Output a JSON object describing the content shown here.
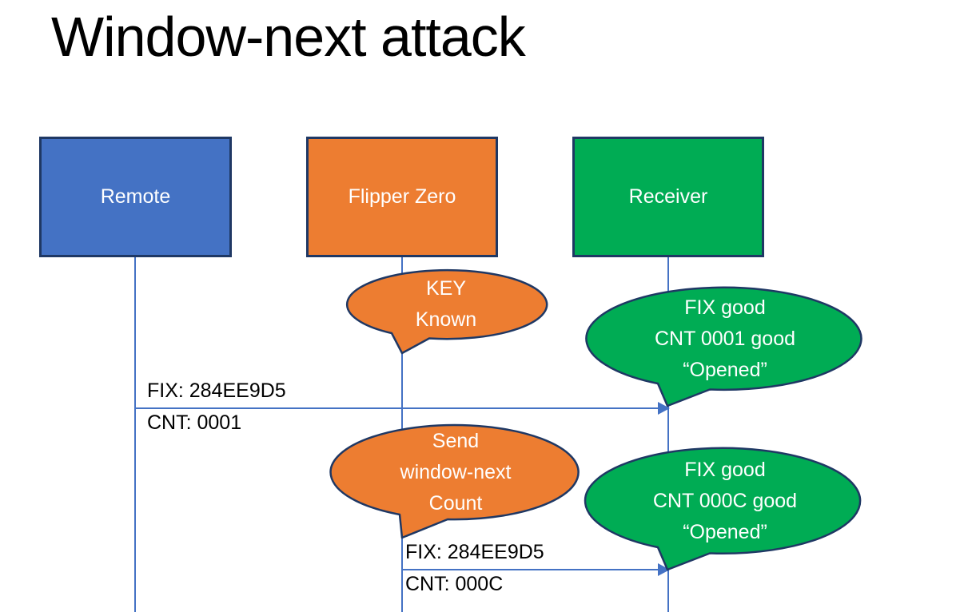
{
  "title": "Window-next attack",
  "colors": {
    "actor_blue": "#4472C4",
    "actor_orange": "#ED7D31",
    "actor_green": "#00AC54",
    "outline_navy": "#1F3864",
    "line_blue": "#4472C4",
    "label_text": "#000000",
    "bubble_text": "#FFFFFF"
  },
  "actors": [
    {
      "id": "remote",
      "label": "Remote",
      "fill": "#4472C4"
    },
    {
      "id": "flipper-zero",
      "label": "Flipper Zero",
      "fill": "#ED7D31"
    },
    {
      "id": "receiver",
      "label": "Receiver",
      "fill": "#00AC54"
    }
  ],
  "callouts": [
    {
      "points_to": "flipper-zero",
      "fill": "#ED7D31",
      "lines": [
        "KEY",
        "Known"
      ]
    },
    {
      "points_to": "receiver",
      "fill": "#00AC54",
      "lines": [
        "FIX good",
        "CNT 0001 good",
        "“Opened”"
      ]
    },
    {
      "points_to": "flipper-zero",
      "fill": "#ED7D31",
      "lines": [
        "Send",
        "window-next",
        "Count"
      ]
    },
    {
      "points_to": "receiver",
      "fill": "#00AC54",
      "lines": [
        "FIX good",
        "CNT 000C good",
        "“Opened”"
      ]
    }
  ],
  "messages": [
    {
      "from": "Remote",
      "to": "Receiver",
      "label_top": "FIX: 284EE9D5",
      "label_bottom": "CNT: 0001"
    },
    {
      "from": "Flipper Zero",
      "to": "Receiver",
      "label_top": "FIX: 284EE9D5",
      "label_bottom": "CNT: 000C"
    }
  ]
}
